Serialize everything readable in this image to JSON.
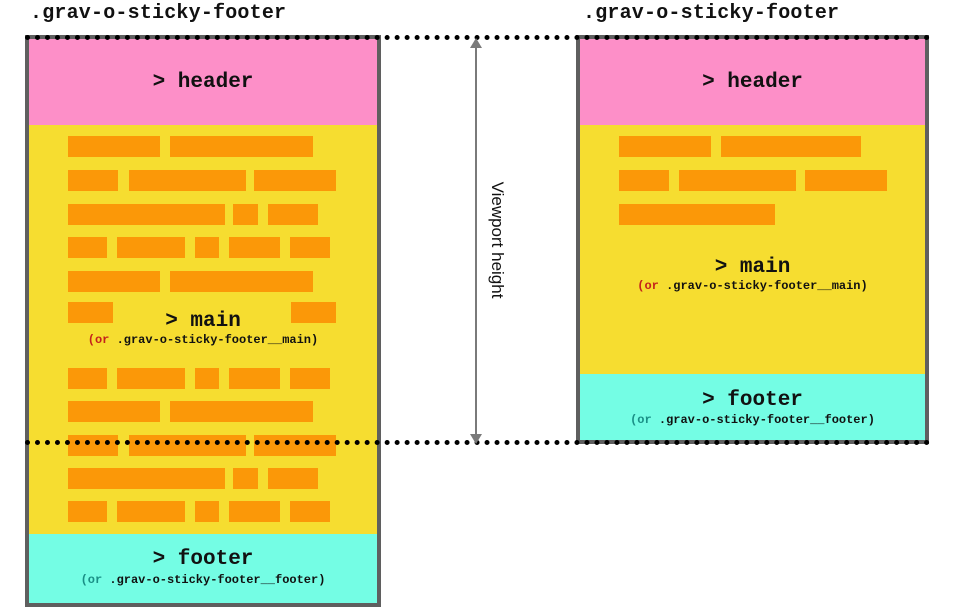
{
  "left": {
    "title": ".grav-o-sticky-footer",
    "header_label": "> header",
    "main_label": "> main",
    "main_or": "(or",
    "main_sub": " .grav-o-sticky-footer__main)",
    "footer_label": "> footer",
    "footer_or": "(or",
    "footer_sub": " .grav-o-sticky-footer__footer)"
  },
  "right": {
    "title": ".grav-o-sticky-footer",
    "header_label": "> header",
    "main_label": "> main",
    "main_or": "(or",
    "main_sub": " .grav-o-sticky-footer__main)",
    "footer_label": "> footer",
    "footer_or": "(or",
    "footer_sub": " .grav-o-sticky-footer__footer)"
  },
  "viewport_label": "Viewport height",
  "colors": {
    "header": "#fd8fc8",
    "main": "#f6dd30",
    "footer": "#74fde4",
    "content_block": "#fb9808",
    "frame": "#5f5f5f"
  }
}
